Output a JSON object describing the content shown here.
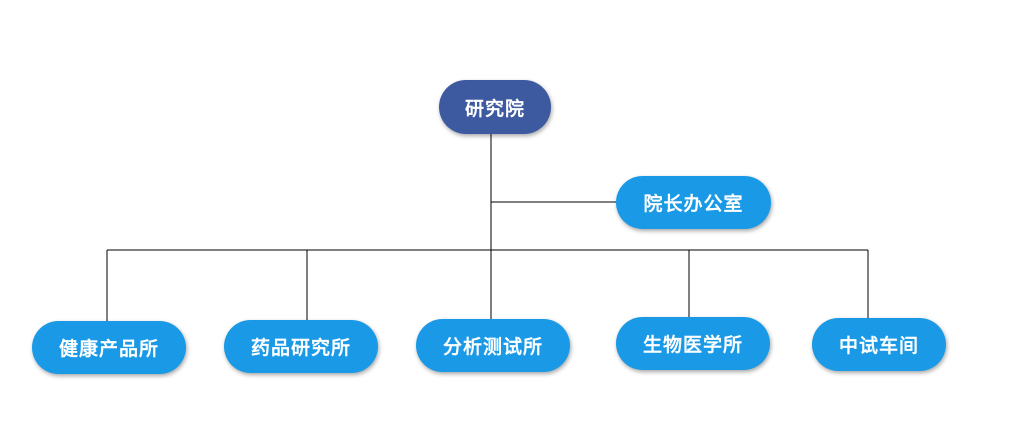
{
  "colors": {
    "root": "#3d5aa1",
    "node": "#1a9ae6",
    "connector": "#000000"
  },
  "root": {
    "label": "研究院"
  },
  "office": {
    "label": "院长办公室"
  },
  "departments": [
    {
      "label": "健康产品所"
    },
    {
      "label": "药品研究所"
    },
    {
      "label": "分析测试所"
    },
    {
      "label": "生物医学所"
    },
    {
      "label": "中试车间"
    }
  ]
}
